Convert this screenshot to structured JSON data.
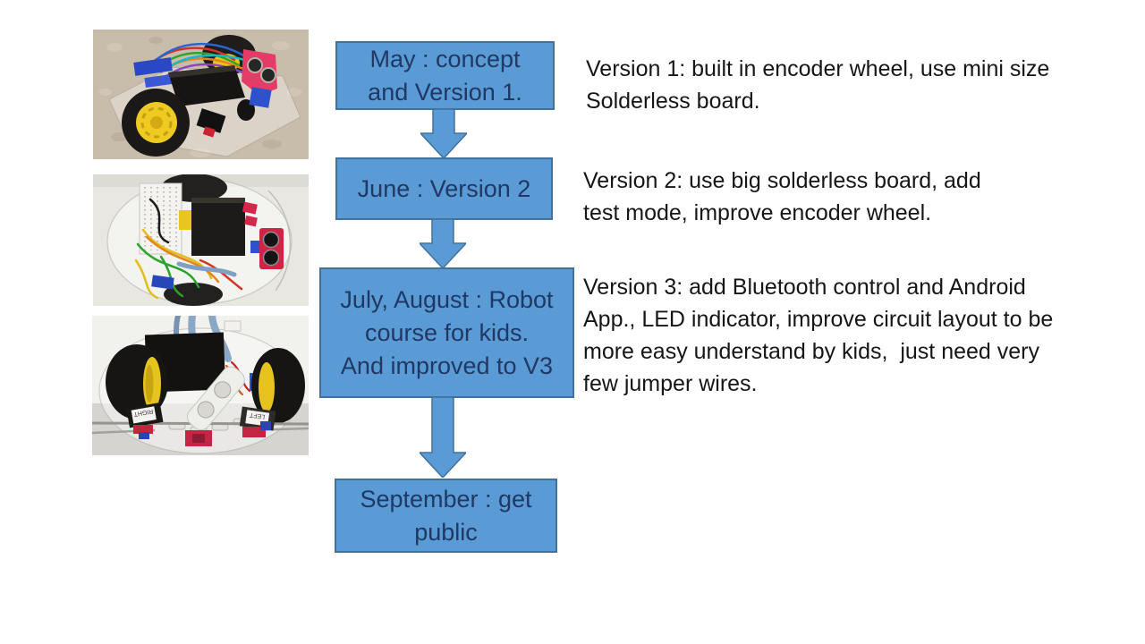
{
  "slide": {
    "colors": {
      "background": "#ffffff",
      "box_fill": "#5b9bd5",
      "box_border": "#41719c",
      "box_text": "#1f3864",
      "body_text": "#161616"
    },
    "flow_steps": [
      {
        "label": "May : concept\nand Version 1."
      },
      {
        "label": "June : Version 2"
      },
      {
        "label": "July, August : Robot\ncourse for kids.\nAnd improved to V3"
      },
      {
        "label": "September : get\npublic"
      }
    ],
    "descriptions": [
      {
        "text": "Version 1: built in encoder wheel, use mini size\nSolderless board."
      },
      {
        "text": "Version 2: use big solderless board, add\ntest mode, improve encoder wheel."
      },
      {
        "text": "Version 3: add Bluetooth control and Android\nApp., LED indicator, improve circuit layout to be\nmore easy understand by kids,  just need very\nfew jumper wires."
      }
    ],
    "photos": [
      {
        "description": "Photo of robot version 1 on carpet: clear chassis, yellow wheels, pink ultrasonic sensor mount, jumper wires"
      },
      {
        "description": "Top view photo of robot version 2: round clear chassis, white solderless breadboard, battery box, red ultrasonic sensor, many jumper wires"
      },
      {
        "description": "Front view photo of robot version 3: yellow hub wheels, battery box, white ultrasonic sensor, bumper switches labeled RIGHT and LEFT",
        "labels": {
          "left_switch": "RIGHT",
          "right_switch": "LEFT"
        }
      }
    ]
  }
}
